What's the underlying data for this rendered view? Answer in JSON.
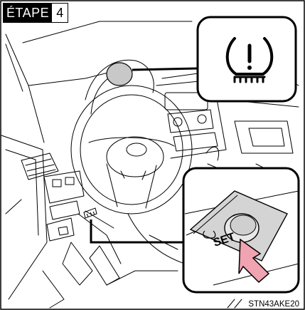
{
  "step": {
    "word": "ÉTAPE",
    "number": "4"
  },
  "figure_code": "STN43AKE20",
  "callouts": {
    "warning_light": {
      "icon": "tire-pressure-warning-icon"
    },
    "set_button": {
      "label": "SET",
      "icon": "tire-pressure-set-button-icon",
      "arrow": "press-arrow-icon"
    }
  },
  "colors": {
    "line": "#000000",
    "panel": "#ffffff",
    "gauge_highlight": "#c8c8c8",
    "button_face": "#d4d4d4",
    "arrow": "#f0a3b0"
  }
}
